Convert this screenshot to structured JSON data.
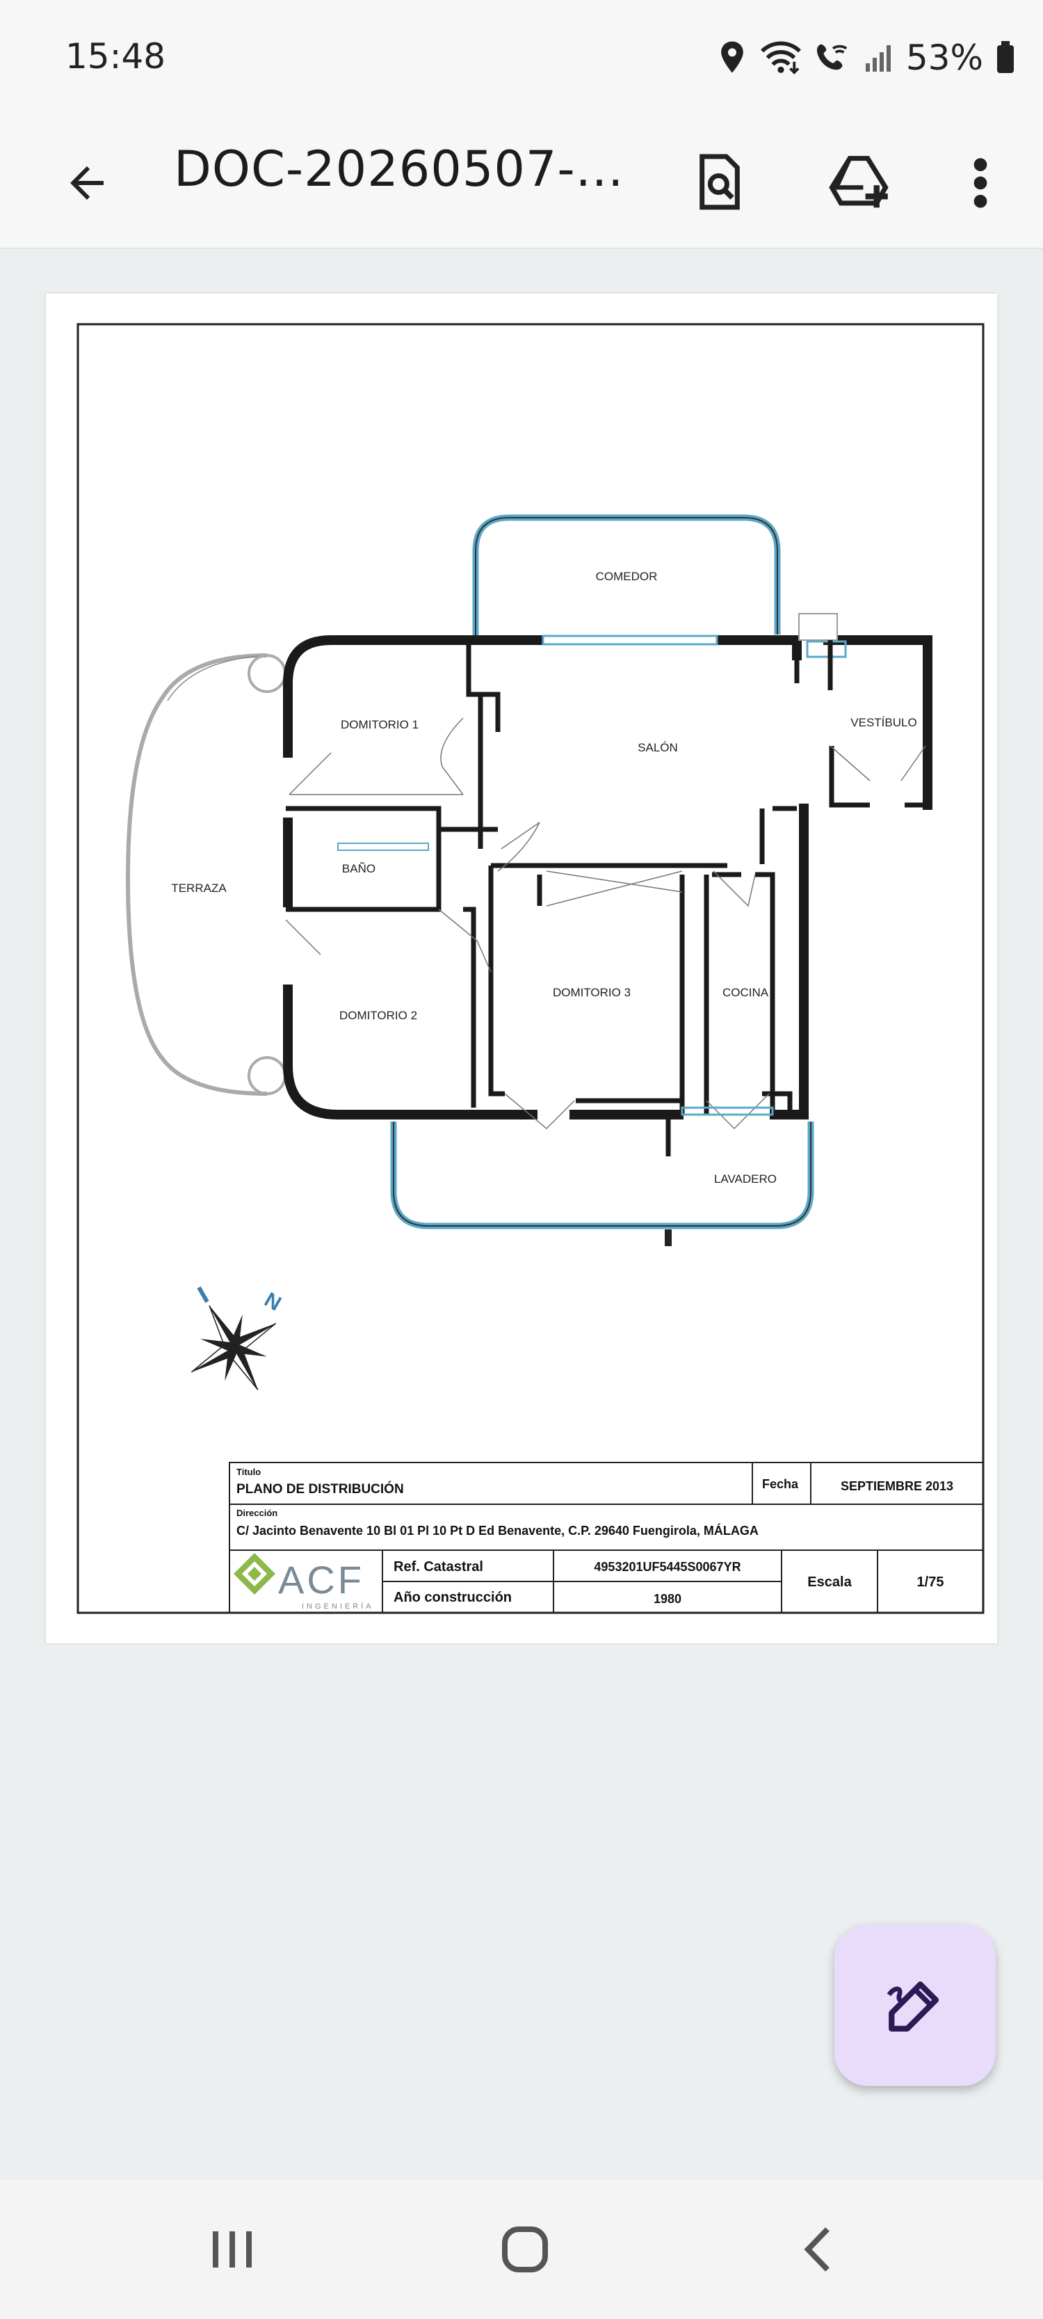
{
  "status_bar": {
    "time": "15:48",
    "battery_percent": "53%",
    "icons": [
      "location-icon",
      "wifi-icon",
      "wifi-calling-icon",
      "signal-icon",
      "battery-icon"
    ]
  },
  "app_bar": {
    "title": "DOC-20260507-...",
    "icons": [
      "back-arrow-icon",
      "search-document-icon",
      "add-to-drive-icon",
      "more-vert-icon"
    ]
  },
  "document": {
    "rooms": {
      "comedor": "COMEDOR",
      "domitorio1": "DOMITORIO  1",
      "salon": "SALÓN",
      "vestibulo": "VESTÍBULO",
      "terraza": "TERRAZA",
      "bano": "BAÑO",
      "domitorio2": "DOMITORIO  2",
      "domitorio3": "DOMITORIO  3",
      "cocina": "COCINA",
      "lavadero": "LAVADERO"
    },
    "compass_label": "N",
    "title_block": {
      "titulo_label": "Titulo",
      "titulo_value": "PLANO DE DISTRIBUCIÓN",
      "fecha_label": "Fecha",
      "fecha_value": "SEPTIEMBRE 2013",
      "direccion_label": "Dirección",
      "direccion_value": "C/ Jacinto Benavente 10 Bl 01 Pl 10 Pt D Ed Benavente, C.P. 29640  Fuengirola, MÁLAGA",
      "logo_text": "ACF",
      "logo_sub": "INGENIERÍA",
      "ref_label": "Ref. Catastral",
      "ref_value": "4953201UF5445S0067YR",
      "ano_label": "Año construcción",
      "ano_value": "1980",
      "escala_label": "Escala",
      "escala_value": "1/75"
    }
  },
  "fab": {
    "icon": "edit-pen-icon"
  },
  "nav_bar": {
    "icons": [
      "recents-icon",
      "home-icon",
      "back-icon"
    ]
  },
  "colors": {
    "accent_blue": "#5aa8c8",
    "fab_bg": "#e9dcfb",
    "fab_icon": "#2a1a55",
    "logo_green": "#8db84a"
  }
}
